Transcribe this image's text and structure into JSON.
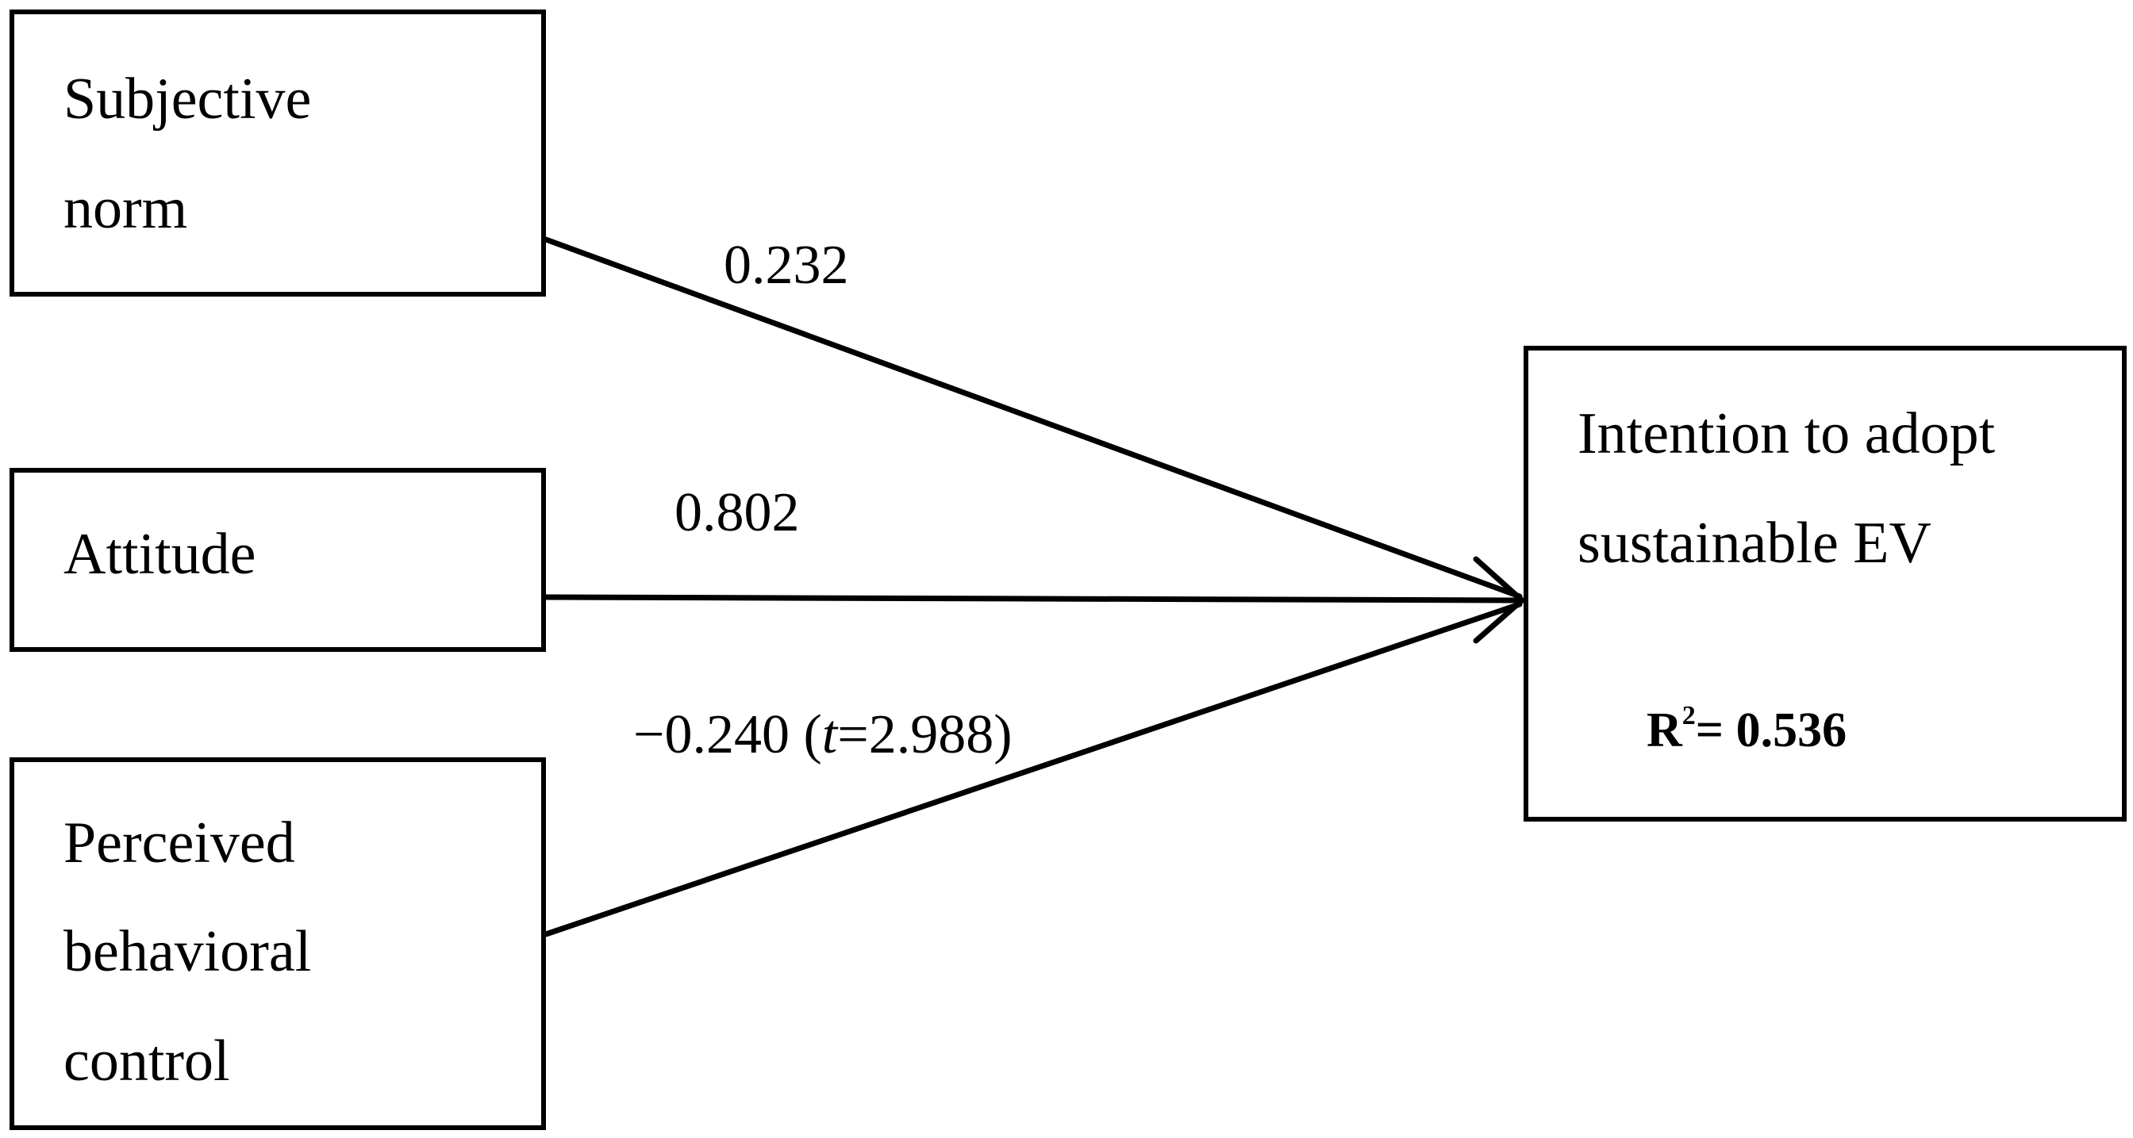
{
  "nodes": {
    "subjective_norm": {
      "lines": [
        "Subjective",
        "norm"
      ]
    },
    "attitude": {
      "lines": [
        "Attitude"
      ]
    },
    "pbc": {
      "lines": [
        "Perceived",
        "behavioral",
        "control"
      ]
    },
    "intention": {
      "lines": [
        "Intention to adopt",
        "sustainable EV"
      ]
    }
  },
  "paths": {
    "subjective_norm": {
      "coefficient": "0.232"
    },
    "attitude": {
      "coefficient": "0.802"
    },
    "pbc": {
      "coefficient_prefix": "−0.240 (",
      "t_symbol": "t",
      "t_rest": "=2.988)"
    }
  },
  "r_squared": {
    "symbol": "R",
    "superscript": "2",
    "value": "= 0.536"
  }
}
